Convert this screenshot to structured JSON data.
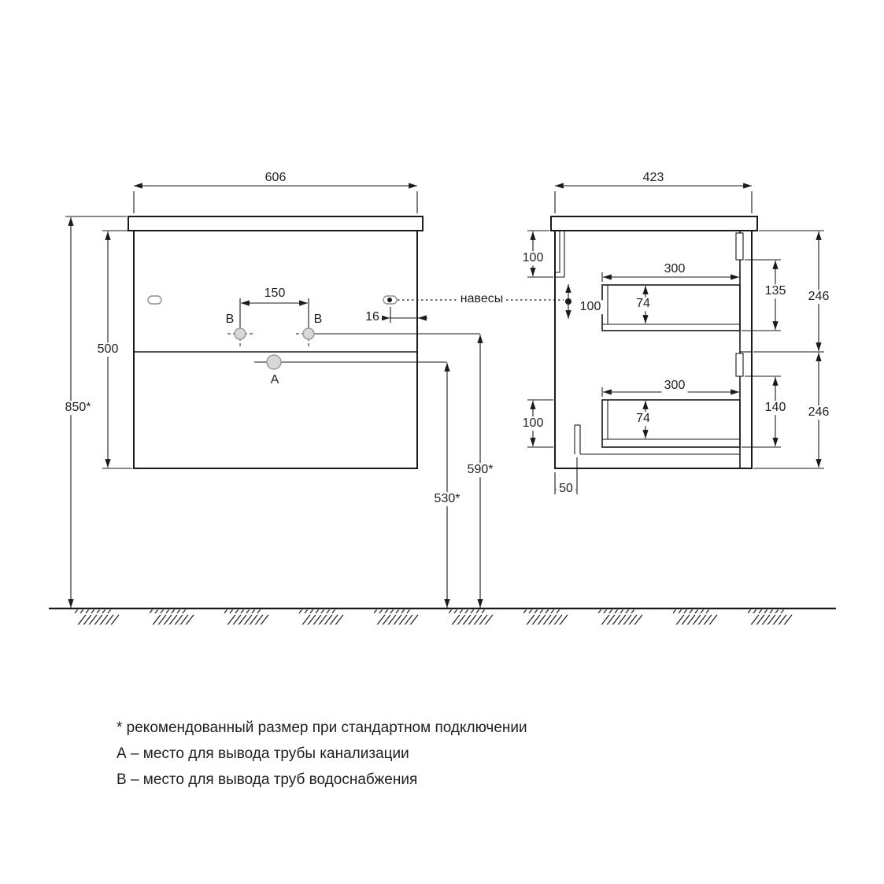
{
  "front_view": {
    "dim_width": "606",
    "dim_body_height": "500",
    "dim_mount_height": "850*",
    "dim_tap_spacing": "150",
    "dim_hanger_inset": "16",
    "dim_water_outlet_height": "590*",
    "dim_drain_outlet_height": "530*",
    "label_point_a": "A",
    "label_point_b_left": "B",
    "label_point_b_right": "B",
    "label_hangers": "навесы"
  },
  "side_view": {
    "dim_depth": "423",
    "dim_top_offset": "100",
    "dim_hanger_offset": "100",
    "top_drawer": {
      "dim_width": "300",
      "dim_depth": "74",
      "dim_front_offset": "135",
      "dim_section_height": "246"
    },
    "bottom_drawer": {
      "dim_width": "300",
      "dim_depth": "74",
      "dim_front_offset": "140",
      "dim_section_height": "246"
    },
    "dim_bottom_offset": "100",
    "dim_back_clearance": "50"
  },
  "notes": {
    "recommended": "* рекомендованный размер при стандартном подключении",
    "point_a": "А – место для вывода трубы канализации",
    "point_b": "В – место для вывода труб водоснабжения"
  }
}
